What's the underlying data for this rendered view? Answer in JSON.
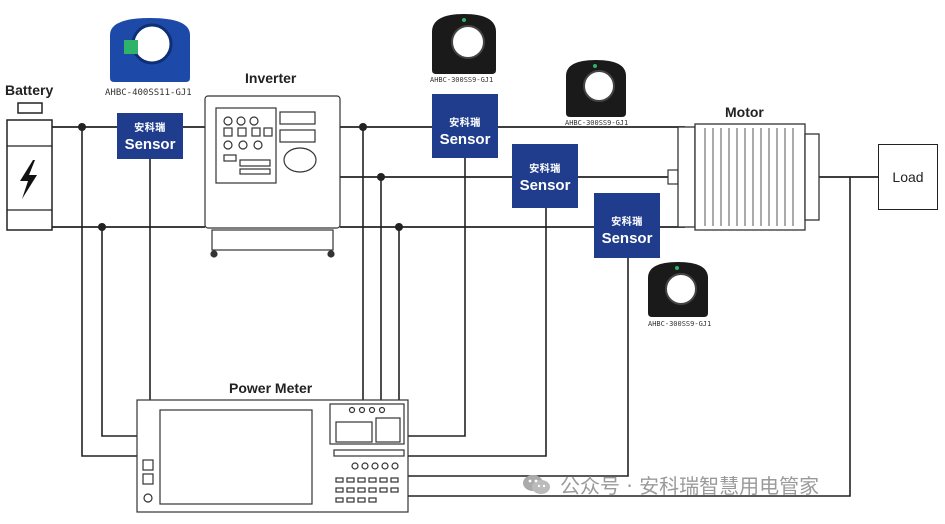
{
  "labels": {
    "battery": "Battery",
    "inverter": "Inverter",
    "motor": "Motor",
    "load": "Load",
    "power_meter": "Power Meter"
  },
  "sensors": [
    {
      "brand": "安科瑞",
      "word": "Sensor"
    },
    {
      "brand": "安科瑞",
      "word": "Sensor"
    },
    {
      "brand": "安科瑞",
      "word": "Sensor"
    },
    {
      "brand": "安科瑞",
      "word": "Sensor"
    }
  ],
  "models": [
    "AHBC-400SS11-GJ1",
    "AHBC-300SS9-GJ1",
    "AHBC-300SS9-GJ1",
    "AHBC-300SS9-GJ1"
  ],
  "watermark": {
    "text": "公众号 · 安科瑞智慧用电管家",
    "icon": "wechat-icon"
  },
  "colors": {
    "sensor_fill": "#1f3d8c",
    "sensor_text": "#ffffff",
    "wire": "#222222",
    "sensor_body_black": "#1a1a1a",
    "sensor_body_blue": "#1d4aa8",
    "connector_green": "#2fb36a"
  }
}
